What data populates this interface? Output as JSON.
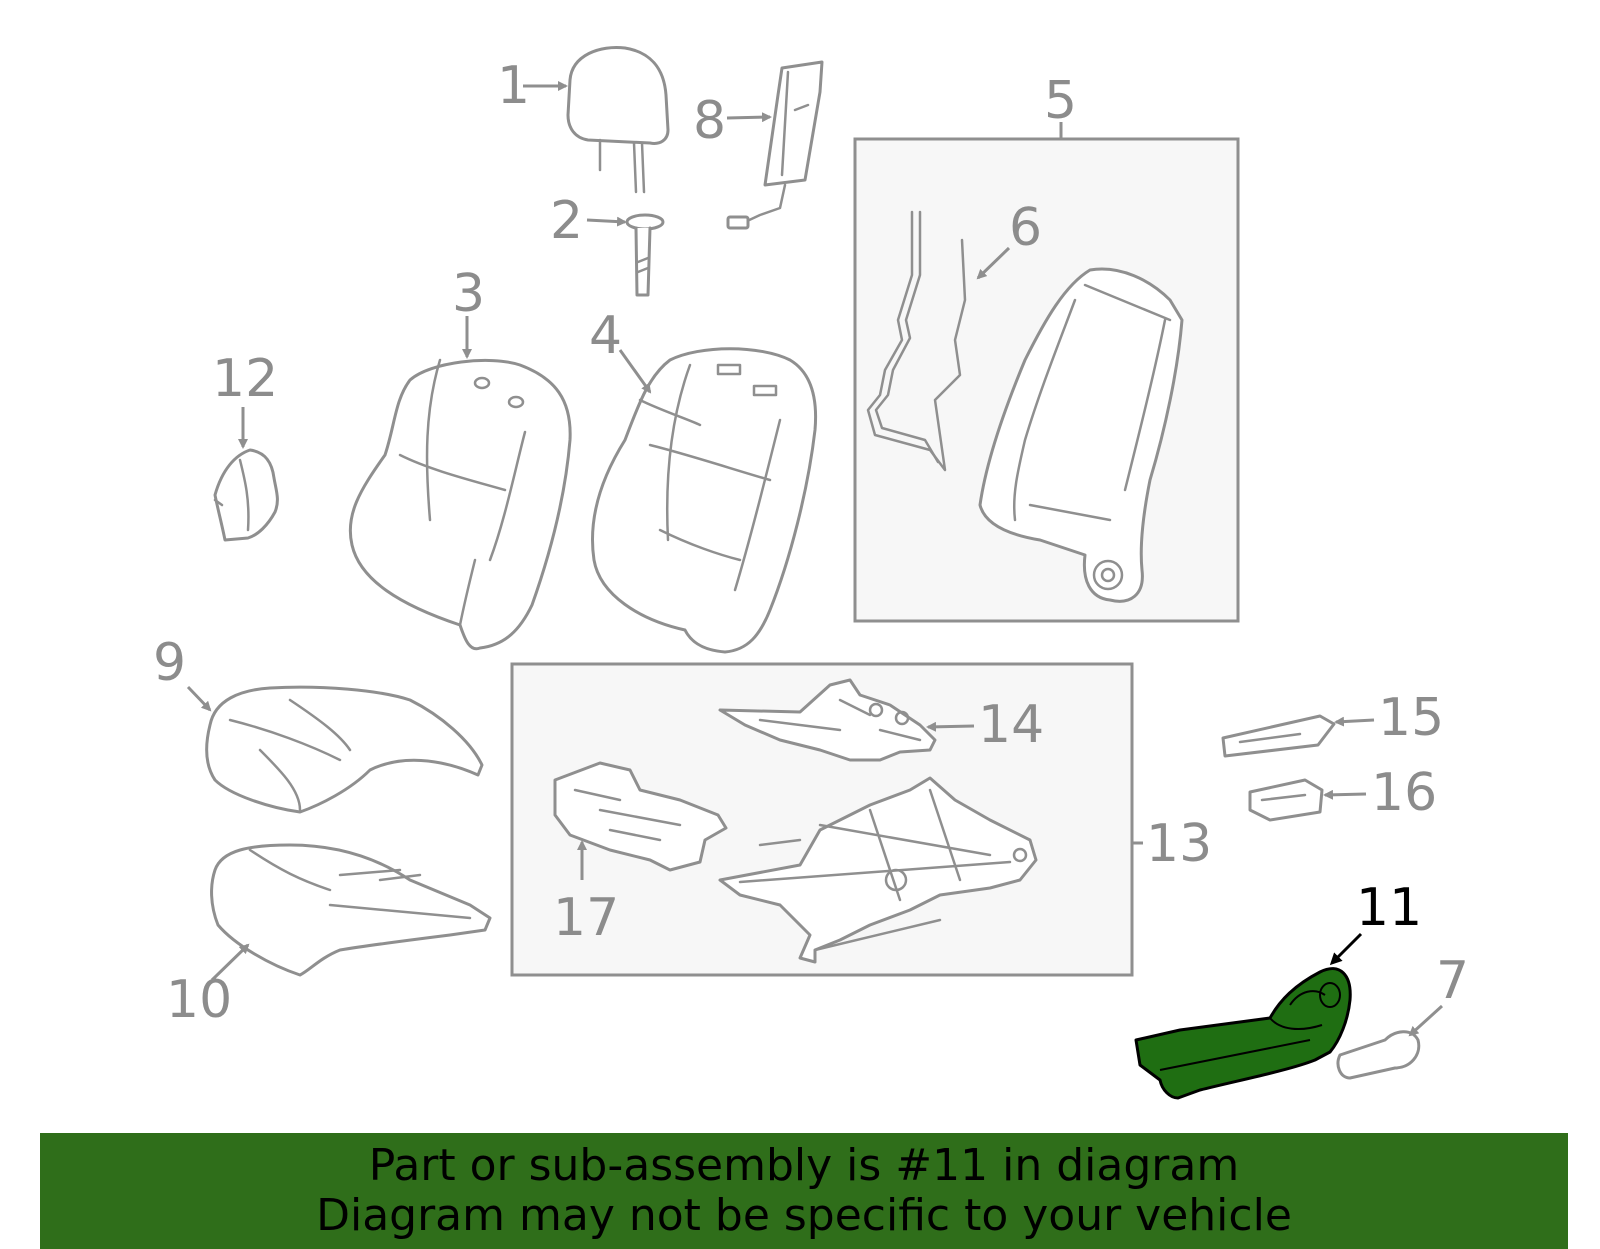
{
  "diagram": {
    "callouts": [
      "1",
      "2",
      "3",
      "4",
      "5",
      "6",
      "7",
      "8",
      "9",
      "10",
      "11",
      "12",
      "13",
      "14",
      "15",
      "16",
      "17"
    ],
    "highlighted_callout": "11",
    "colors": {
      "part_line": "#8f8f8f",
      "label": "#8c8c8c",
      "highlight_fill": "#1f6e12",
      "highlight_label": "#000000",
      "subassembly_box": "#f7f7f7",
      "footer_background": "#2f6e1a"
    }
  },
  "footer": {
    "line1": "Part or sub-assembly is #11 in diagram",
    "line2": "Diagram may not be specific to your vehicle"
  }
}
